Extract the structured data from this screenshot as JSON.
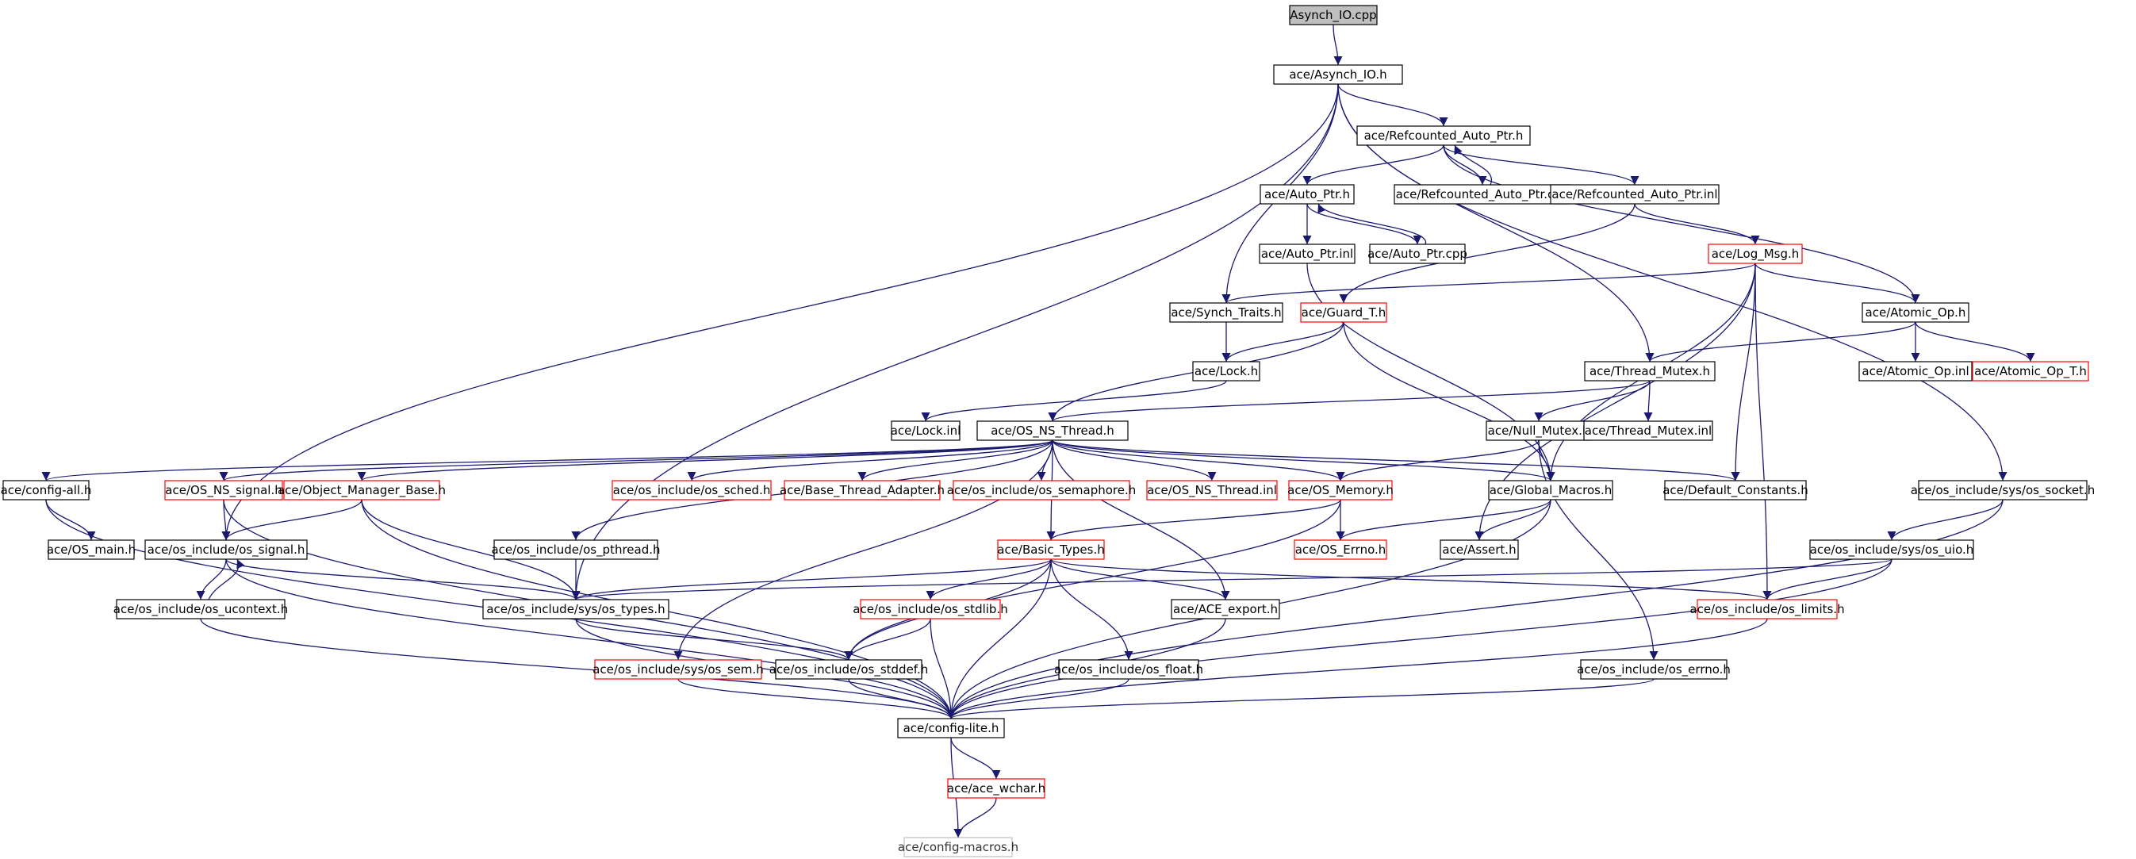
{
  "graph": {
    "title": "Asynch_IO.cpp",
    "colors": {
      "root_fill": "#bfbfbf",
      "box_border": "#000000",
      "red_border": "#ff0000",
      "grey_border": "#bfbfbf",
      "edge": "#191970",
      "background": "#ffffff"
    },
    "nodes": [
      {
        "id": "n0",
        "label": "Asynch_IO.cpp",
        "style": "root"
      },
      {
        "id": "n1",
        "label": "ace/Asynch_IO.h",
        "style": "black"
      },
      {
        "id": "n2",
        "label": "ace/Refcounted_Auto_Ptr.h",
        "style": "black"
      },
      {
        "id": "n3",
        "label": "ace/Auto_Ptr.h",
        "style": "black"
      },
      {
        "id": "n4",
        "label": "ace/Refcounted_Auto_Ptr.cpp",
        "style": "black"
      },
      {
        "id": "n5",
        "label": "ace/Refcounted_Auto_Ptr.inl",
        "style": "black"
      },
      {
        "id": "n6",
        "label": "ace/Auto_Ptr.inl",
        "style": "black"
      },
      {
        "id": "n7",
        "label": "ace/Auto_Ptr.cpp",
        "style": "black"
      },
      {
        "id": "n8",
        "label": "ace/Log_Msg.h",
        "style": "red"
      },
      {
        "id": "n9",
        "label": "ace/Synch_Traits.h",
        "style": "black"
      },
      {
        "id": "n10",
        "label": "ace/Guard_T.h",
        "style": "red"
      },
      {
        "id": "n11",
        "label": "ace/Atomic_Op.h",
        "style": "black"
      },
      {
        "id": "n12",
        "label": "ace/Lock.h",
        "style": "black"
      },
      {
        "id": "n13",
        "label": "ace/Thread_Mutex.h",
        "style": "black"
      },
      {
        "id": "n14",
        "label": "ace/Atomic_Op.inl",
        "style": "black"
      },
      {
        "id": "n15",
        "label": "ace/Atomic_Op_T.h",
        "style": "red"
      },
      {
        "id": "n16",
        "label": "ace/Lock.inl",
        "style": "black"
      },
      {
        "id": "n17",
        "label": "ace/OS_NS_Thread.h",
        "style": "black"
      },
      {
        "id": "n18",
        "label": "ace/Null_Mutex.h",
        "style": "black"
      },
      {
        "id": "n19",
        "label": "ace/Thread_Mutex.inl",
        "style": "black"
      },
      {
        "id": "n20",
        "label": "ace/config-all.h",
        "style": "black"
      },
      {
        "id": "n21",
        "label": "ace/OS_NS_signal.h",
        "style": "red"
      },
      {
        "id": "n22",
        "label": "ace/Object_Manager_Base.h",
        "style": "red"
      },
      {
        "id": "n23",
        "label": "ace/os_include/os_sched.h",
        "style": "red"
      },
      {
        "id": "n24",
        "label": "ace/Base_Thread_Adapter.h",
        "style": "red"
      },
      {
        "id": "n25",
        "label": "ace/os_include/os_semaphore.h",
        "style": "red"
      },
      {
        "id": "n26",
        "label": "ace/OS_NS_Thread.inl",
        "style": "red"
      },
      {
        "id": "n27",
        "label": "ace/OS_Memory.h",
        "style": "red"
      },
      {
        "id": "n28",
        "label": "ace/Global_Macros.h",
        "style": "black"
      },
      {
        "id": "n29",
        "label": "ace/Default_Constants.h",
        "style": "black"
      },
      {
        "id": "n30",
        "label": "ace/os_include/sys/os_socket.h",
        "style": "black"
      },
      {
        "id": "n31",
        "label": "ace/OS_main.h",
        "style": "black"
      },
      {
        "id": "n32",
        "label": "ace/os_include/os_signal.h",
        "style": "black"
      },
      {
        "id": "n33",
        "label": "ace/os_include/os_pthread.h",
        "style": "black"
      },
      {
        "id": "n34",
        "label": "ace/Basic_Types.h",
        "style": "red"
      },
      {
        "id": "n35",
        "label": "ace/OS_Errno.h",
        "style": "red"
      },
      {
        "id": "n36",
        "label": "ace/Assert.h",
        "style": "black"
      },
      {
        "id": "n37",
        "label": "ace/os_include/sys/os_uio.h",
        "style": "black"
      },
      {
        "id": "n38",
        "label": "ace/os_include/os_ucontext.h",
        "style": "black"
      },
      {
        "id": "n39",
        "label": "ace/os_include/sys/os_types.h",
        "style": "black"
      },
      {
        "id": "n40",
        "label": "ace/os_include/os_stdlib.h",
        "style": "red"
      },
      {
        "id": "n41",
        "label": "ace/ACE_export.h",
        "style": "black"
      },
      {
        "id": "n42",
        "label": "ace/os_include/os_limits.h",
        "style": "red"
      },
      {
        "id": "n43",
        "label": "ace/os_include/sys/os_sem.h",
        "style": "red"
      },
      {
        "id": "n44",
        "label": "ace/os_include/os_stddef.h",
        "style": "black"
      },
      {
        "id": "n45",
        "label": "ace/os_include/os_float.h",
        "style": "black"
      },
      {
        "id": "n46",
        "label": "ace/os_include/os_errno.h",
        "style": "black"
      },
      {
        "id": "n47",
        "label": "ace/config-lite.h",
        "style": "black"
      },
      {
        "id": "n48",
        "label": "ace/ace_wchar.h",
        "style": "red"
      },
      {
        "id": "n49",
        "label": "ace/config-macros.h",
        "style": "grey"
      }
    ],
    "edges": [
      [
        "n0",
        "n1"
      ],
      [
        "n1",
        "n2"
      ],
      [
        "n1",
        "n9"
      ],
      [
        "n1",
        "n13"
      ],
      [
        "n1",
        "n30"
      ],
      [
        "n1",
        "n32"
      ],
      [
        "n1",
        "n39"
      ],
      [
        "n2",
        "n3"
      ],
      [
        "n2",
        "n4"
      ],
      [
        "n2",
        "n5"
      ],
      [
        "n2",
        "n11"
      ],
      [
        "n4",
        "n2"
      ],
      [
        "n3",
        "n6"
      ],
      [
        "n3",
        "n7"
      ],
      [
        "n7",
        "n3"
      ],
      [
        "n5",
        "n8"
      ],
      [
        "n5",
        "n10"
      ],
      [
        "n6",
        "n28"
      ],
      [
        "n8",
        "n9"
      ],
      [
        "n8",
        "n11"
      ],
      [
        "n8",
        "n28"
      ],
      [
        "n8",
        "n29"
      ],
      [
        "n8",
        "n36"
      ],
      [
        "n8",
        "n42"
      ],
      [
        "n9",
        "n12"
      ],
      [
        "n10",
        "n12"
      ],
      [
        "n10",
        "n17"
      ],
      [
        "n10",
        "n28"
      ],
      [
        "n11",
        "n13"
      ],
      [
        "n11",
        "n14"
      ],
      [
        "n11",
        "n15"
      ],
      [
        "n12",
        "n16"
      ],
      [
        "n13",
        "n17"
      ],
      [
        "n13",
        "n18"
      ],
      [
        "n13",
        "n19"
      ],
      [
        "n17",
        "n20"
      ],
      [
        "n17",
        "n21"
      ],
      [
        "n17",
        "n22"
      ],
      [
        "n17",
        "n23"
      ],
      [
        "n17",
        "n24"
      ],
      [
        "n17",
        "n25"
      ],
      [
        "n17",
        "n26"
      ],
      [
        "n17",
        "n27"
      ],
      [
        "n17",
        "n28"
      ],
      [
        "n17",
        "n29"
      ],
      [
        "n17",
        "n33"
      ],
      [
        "n17",
        "n34"
      ],
      [
        "n17",
        "n41"
      ],
      [
        "n17",
        "n43"
      ],
      [
        "n18",
        "n27"
      ],
      [
        "n18",
        "n28"
      ],
      [
        "n18",
        "n46"
      ],
      [
        "n20",
        "n31"
      ],
      [
        "n20",
        "n47"
      ],
      [
        "n21",
        "n32"
      ],
      [
        "n21",
        "n47"
      ],
      [
        "n22",
        "n32"
      ],
      [
        "n22",
        "n39"
      ],
      [
        "n22",
        "n47"
      ],
      [
        "n27",
        "n34"
      ],
      [
        "n27",
        "n35"
      ],
      [
        "n27",
        "n44"
      ],
      [
        "n28",
        "n35"
      ],
      [
        "n28",
        "n36"
      ],
      [
        "n28",
        "n47"
      ],
      [
        "n30",
        "n37"
      ],
      [
        "n30",
        "n47"
      ],
      [
        "n32",
        "n38"
      ],
      [
        "n32",
        "n39"
      ],
      [
        "n32",
        "n47"
      ],
      [
        "n38",
        "n32"
      ],
      [
        "n38",
        "n47"
      ],
      [
        "n33",
        "n39"
      ],
      [
        "n34",
        "n39"
      ],
      [
        "n34",
        "n40"
      ],
      [
        "n34",
        "n41"
      ],
      [
        "n34",
        "n42"
      ],
      [
        "n34",
        "n44"
      ],
      [
        "n34",
        "n45"
      ],
      [
        "n34",
        "n47"
      ],
      [
        "n37",
        "n39"
      ],
      [
        "n37",
        "n42"
      ],
      [
        "n37",
        "n47"
      ],
      [
        "n39",
        "n44"
      ],
      [
        "n39",
        "n47"
      ],
      [
        "n40",
        "n44"
      ],
      [
        "n40",
        "n47"
      ],
      [
        "n41",
        "n47"
      ],
      [
        "n42",
        "n47"
      ],
      [
        "n43",
        "n47"
      ],
      [
        "n44",
        "n47"
      ],
      [
        "n45",
        "n47"
      ],
      [
        "n46",
        "n47"
      ],
      [
        "n47",
        "n48"
      ],
      [
        "n47",
        "n49"
      ],
      [
        "n48",
        "n49"
      ]
    ]
  }
}
